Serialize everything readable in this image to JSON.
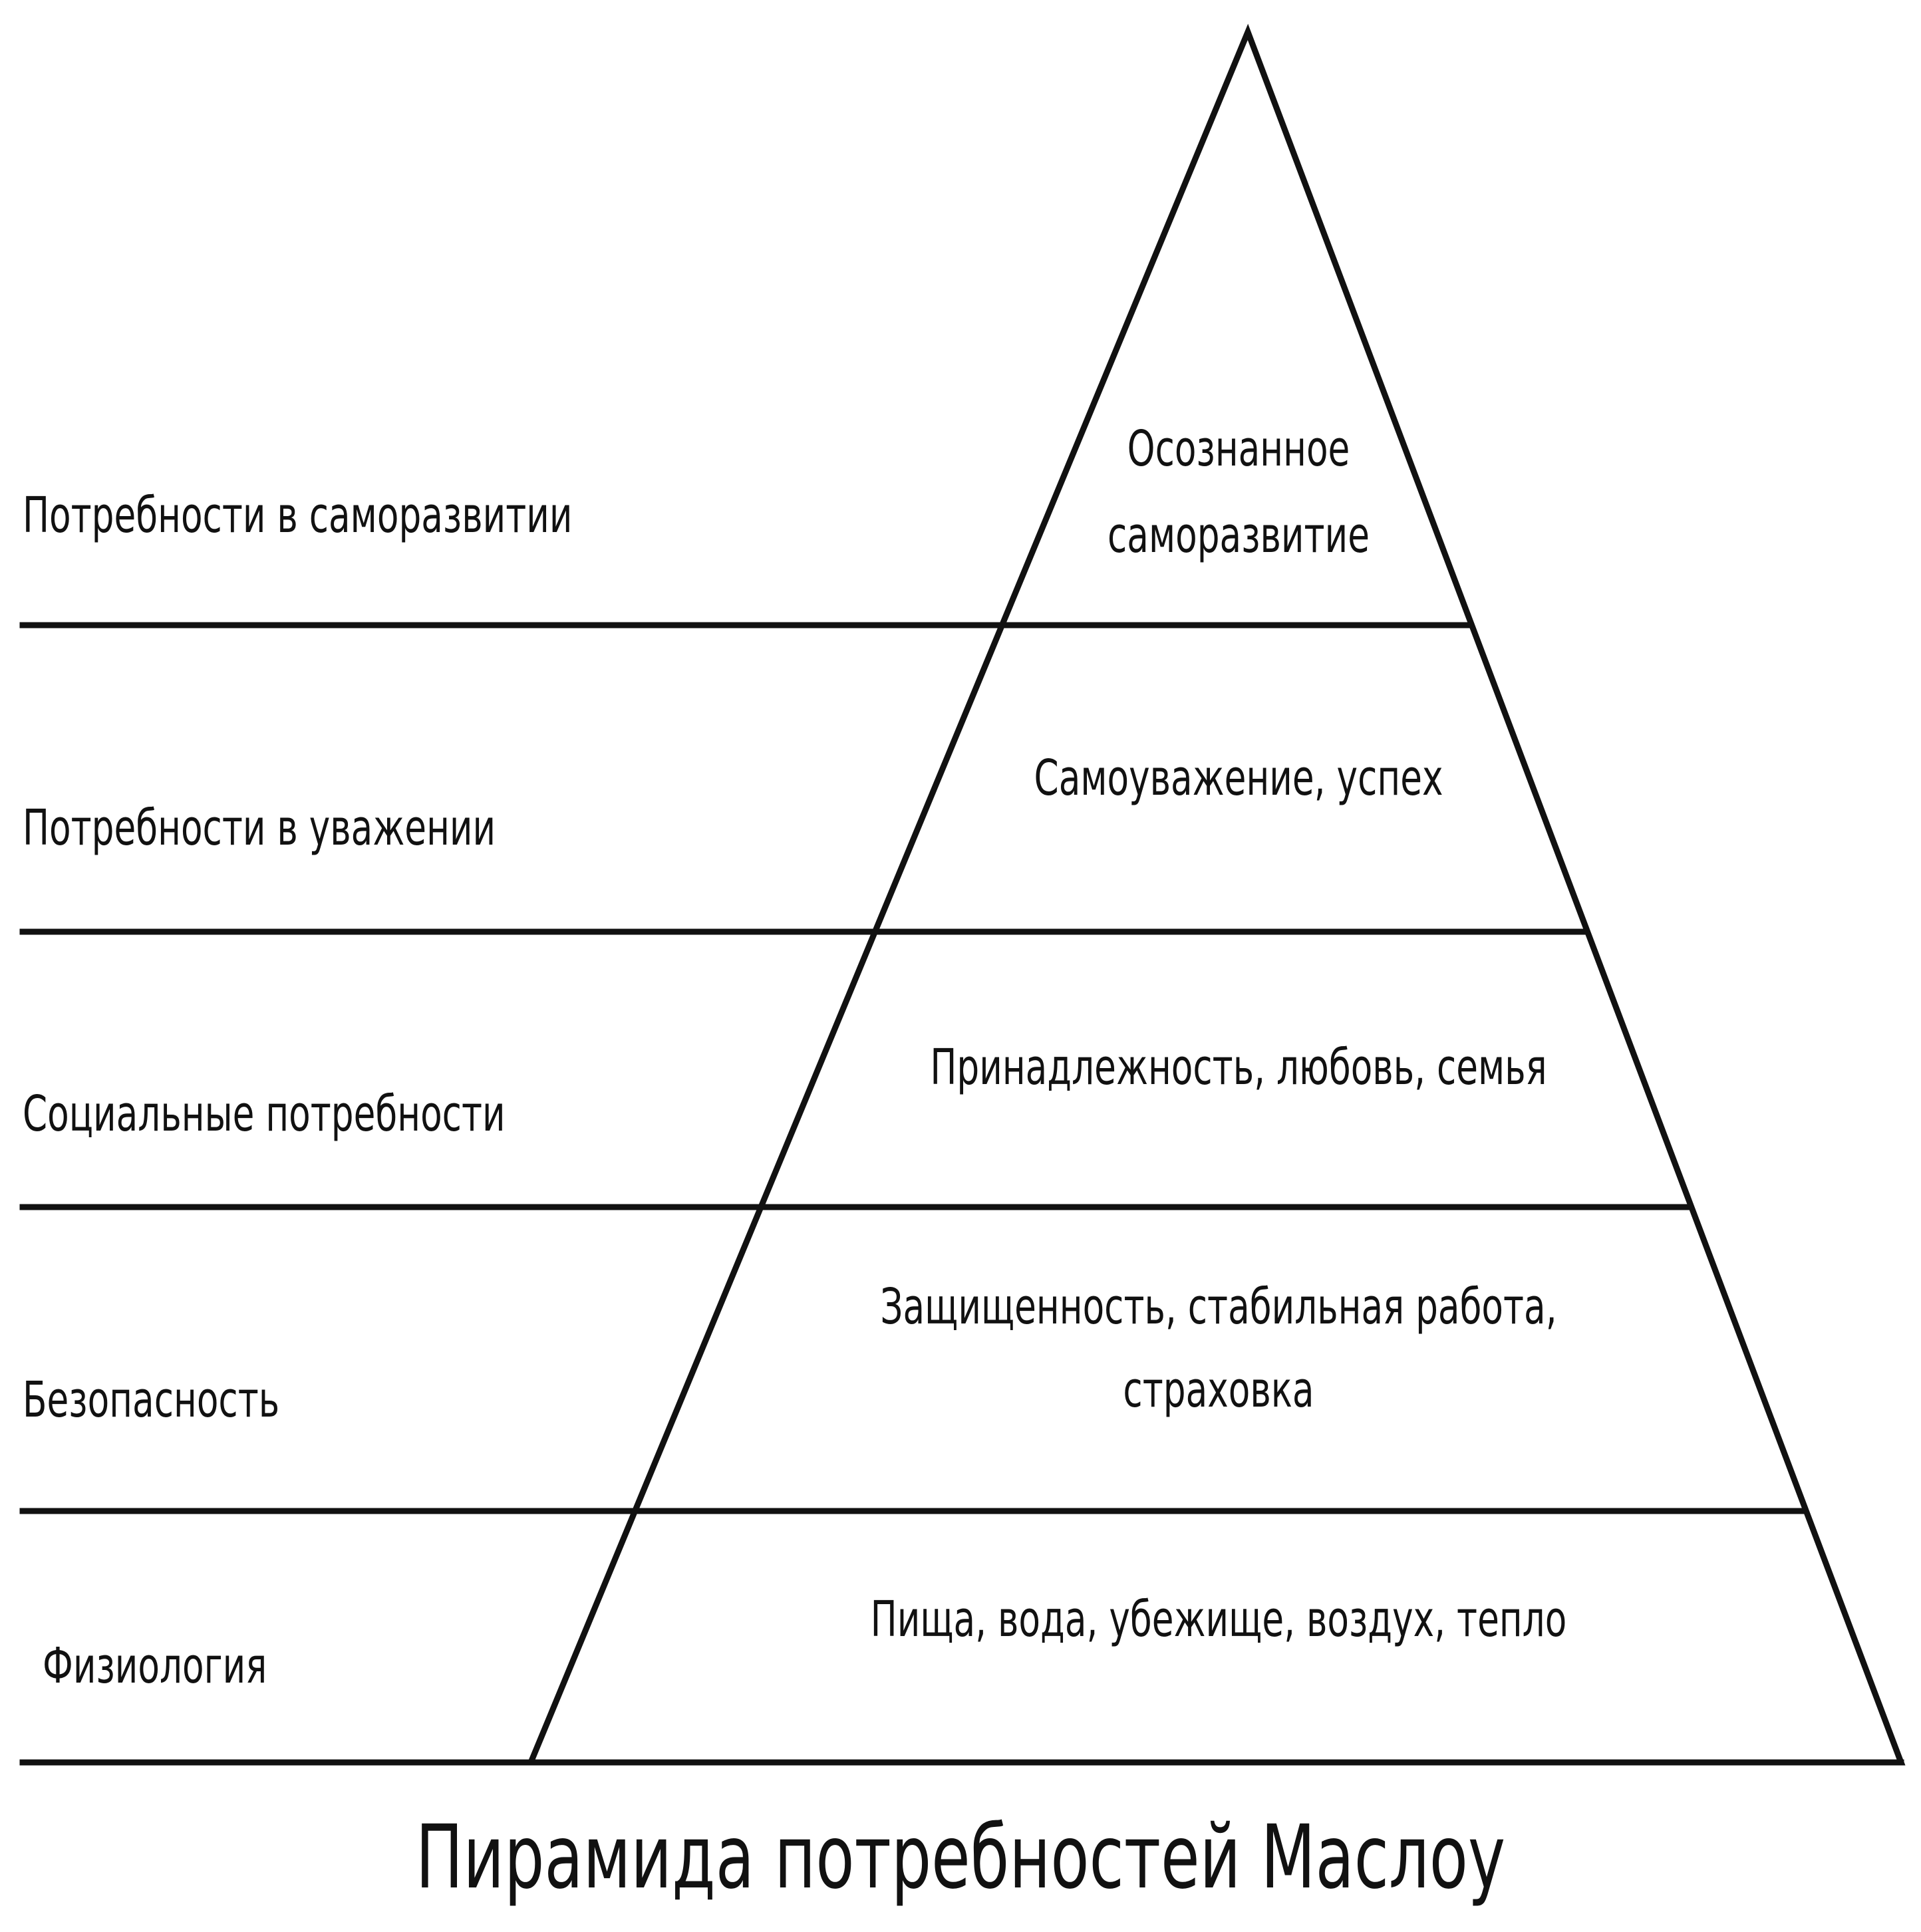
{
  "title": "Пирамида потребностей Маслоу",
  "levels": [
    {
      "side_label": "Потребности в саморазвитии",
      "inner_lines": [
        "Осознанное",
        "саморазвитие"
      ]
    },
    {
      "side_label": "Потребности в уважении",
      "inner_lines": [
        "Самоуважение, успех"
      ]
    },
    {
      "side_label": "Социальные потребности",
      "inner_lines": [
        "Принадлежность, любовь, семья"
      ]
    },
    {
      "side_label": "Безопасность",
      "inner_lines": [
        "Защищенность, стабильная работа,",
        "страховка"
      ]
    },
    {
      "side_label": "Физиология",
      "inner_lines": [
        "Пища, вода, убежище, воздух, тепло"
      ]
    }
  ]
}
